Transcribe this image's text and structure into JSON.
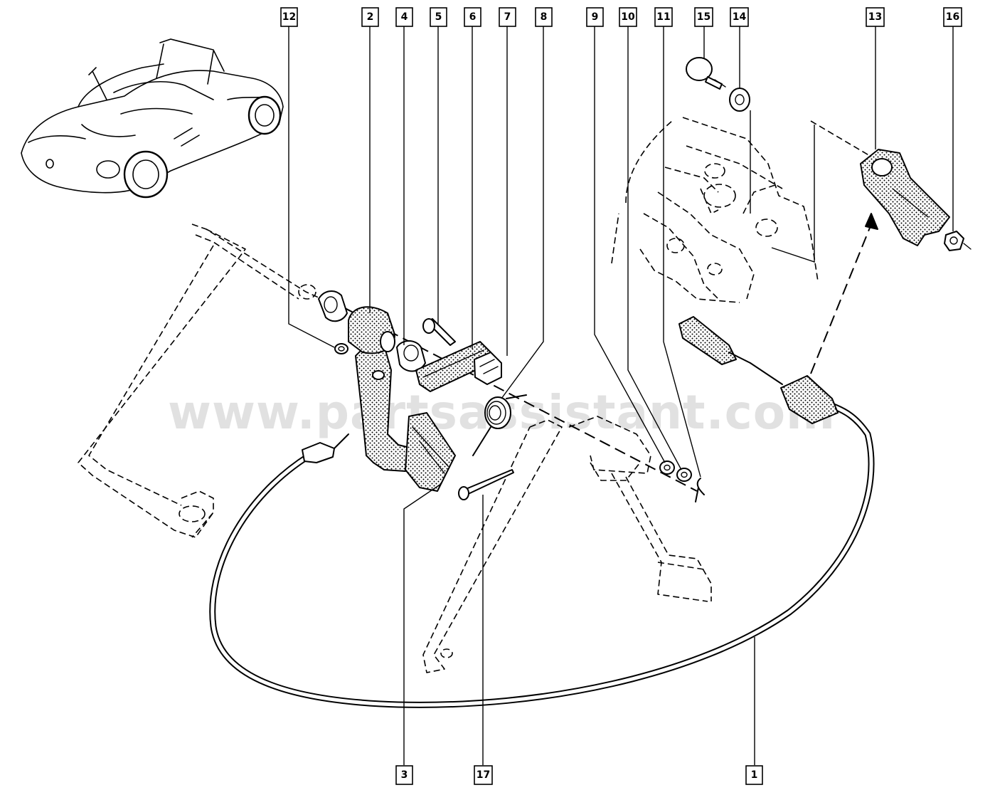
{
  "watermark": "www.partsassistant.com",
  "callouts": [
    {
      "id": "12",
      "label": "12"
    },
    {
      "id": "2",
      "label": "2"
    },
    {
      "id": "4",
      "label": "4"
    },
    {
      "id": "5",
      "label": "5"
    },
    {
      "id": "6",
      "label": "6"
    },
    {
      "id": "7",
      "label": "7"
    },
    {
      "id": "8",
      "label": "8"
    },
    {
      "id": "9",
      "label": "9"
    },
    {
      "id": "10",
      "label": "10"
    },
    {
      "id": "11",
      "label": "11"
    },
    {
      "id": "15",
      "label": "15"
    },
    {
      "id": "14",
      "label": "14"
    },
    {
      "id": "13",
      "label": "13"
    },
    {
      "id": "16",
      "label": "16"
    },
    {
      "id": "3",
      "label": "3"
    },
    {
      "id": "17",
      "label": "17"
    },
    {
      "id": "1",
      "label": "1"
    }
  ],
  "icons": {
    "vehicle": "roadster-car-icon"
  }
}
